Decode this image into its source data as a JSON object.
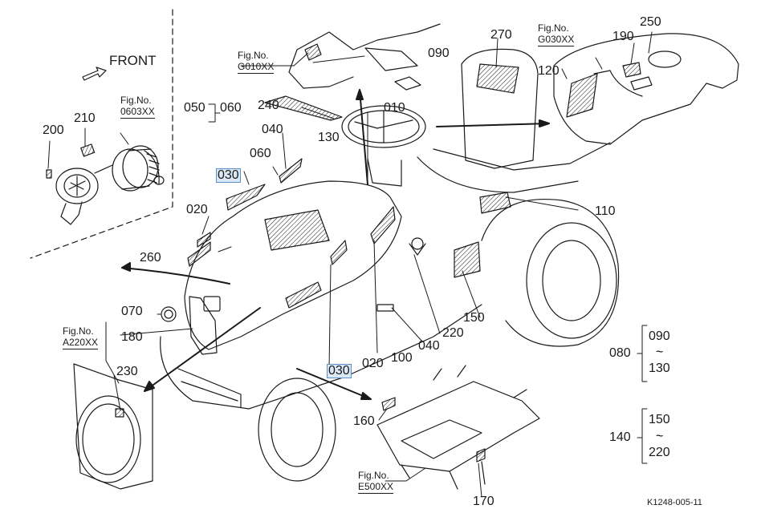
{
  "front": "FRONT",
  "fig_refs": [
    {
      "id": "g010",
      "line1": "Fig.No.",
      "line2": "G010XX"
    },
    {
      "id": "g030",
      "line1": "Fig.No.",
      "line2": "G030XX"
    },
    {
      "id": "0603",
      "line1": "Fig.No.",
      "line2": "0603XX"
    },
    {
      "id": "a220",
      "line1": "Fig.No.",
      "line2": "A220XX"
    },
    {
      "id": "e500",
      "line1": "Fig.No.",
      "line2": "E500XX"
    }
  ],
  "callouts": {
    "c010": "010",
    "c020a": "020",
    "c020b": "020",
    "c030a": "030",
    "c030b": "030",
    "c040a": "040",
    "c040b": "040",
    "c050": "050",
    "c060a": "060",
    "c060b": "060",
    "c070": "070",
    "c090": "090",
    "c100": "100",
    "c110": "110",
    "c120": "120",
    "c130": "130",
    "c150": "150",
    "c160": "160",
    "c170": "170",
    "c180": "180",
    "c190": "190",
    "c200": "200",
    "c210": "210",
    "c220": "220",
    "c230": "230",
    "c240": "240",
    "c250": "250",
    "c260": "260",
    "c270": "270"
  },
  "ranges": [
    {
      "id": "r080",
      "key": "080",
      "from": "090",
      "tilde": "~",
      "to": "130"
    },
    {
      "id": "r140",
      "key": "140",
      "from": "150",
      "tilde": "~",
      "to": "220"
    }
  ],
  "drawing_code": "K1248-005-11",
  "colors": {
    "line": "#1a1a1a",
    "highlight": "#dbe9f7",
    "highlight_border": "#5b8fc7"
  }
}
